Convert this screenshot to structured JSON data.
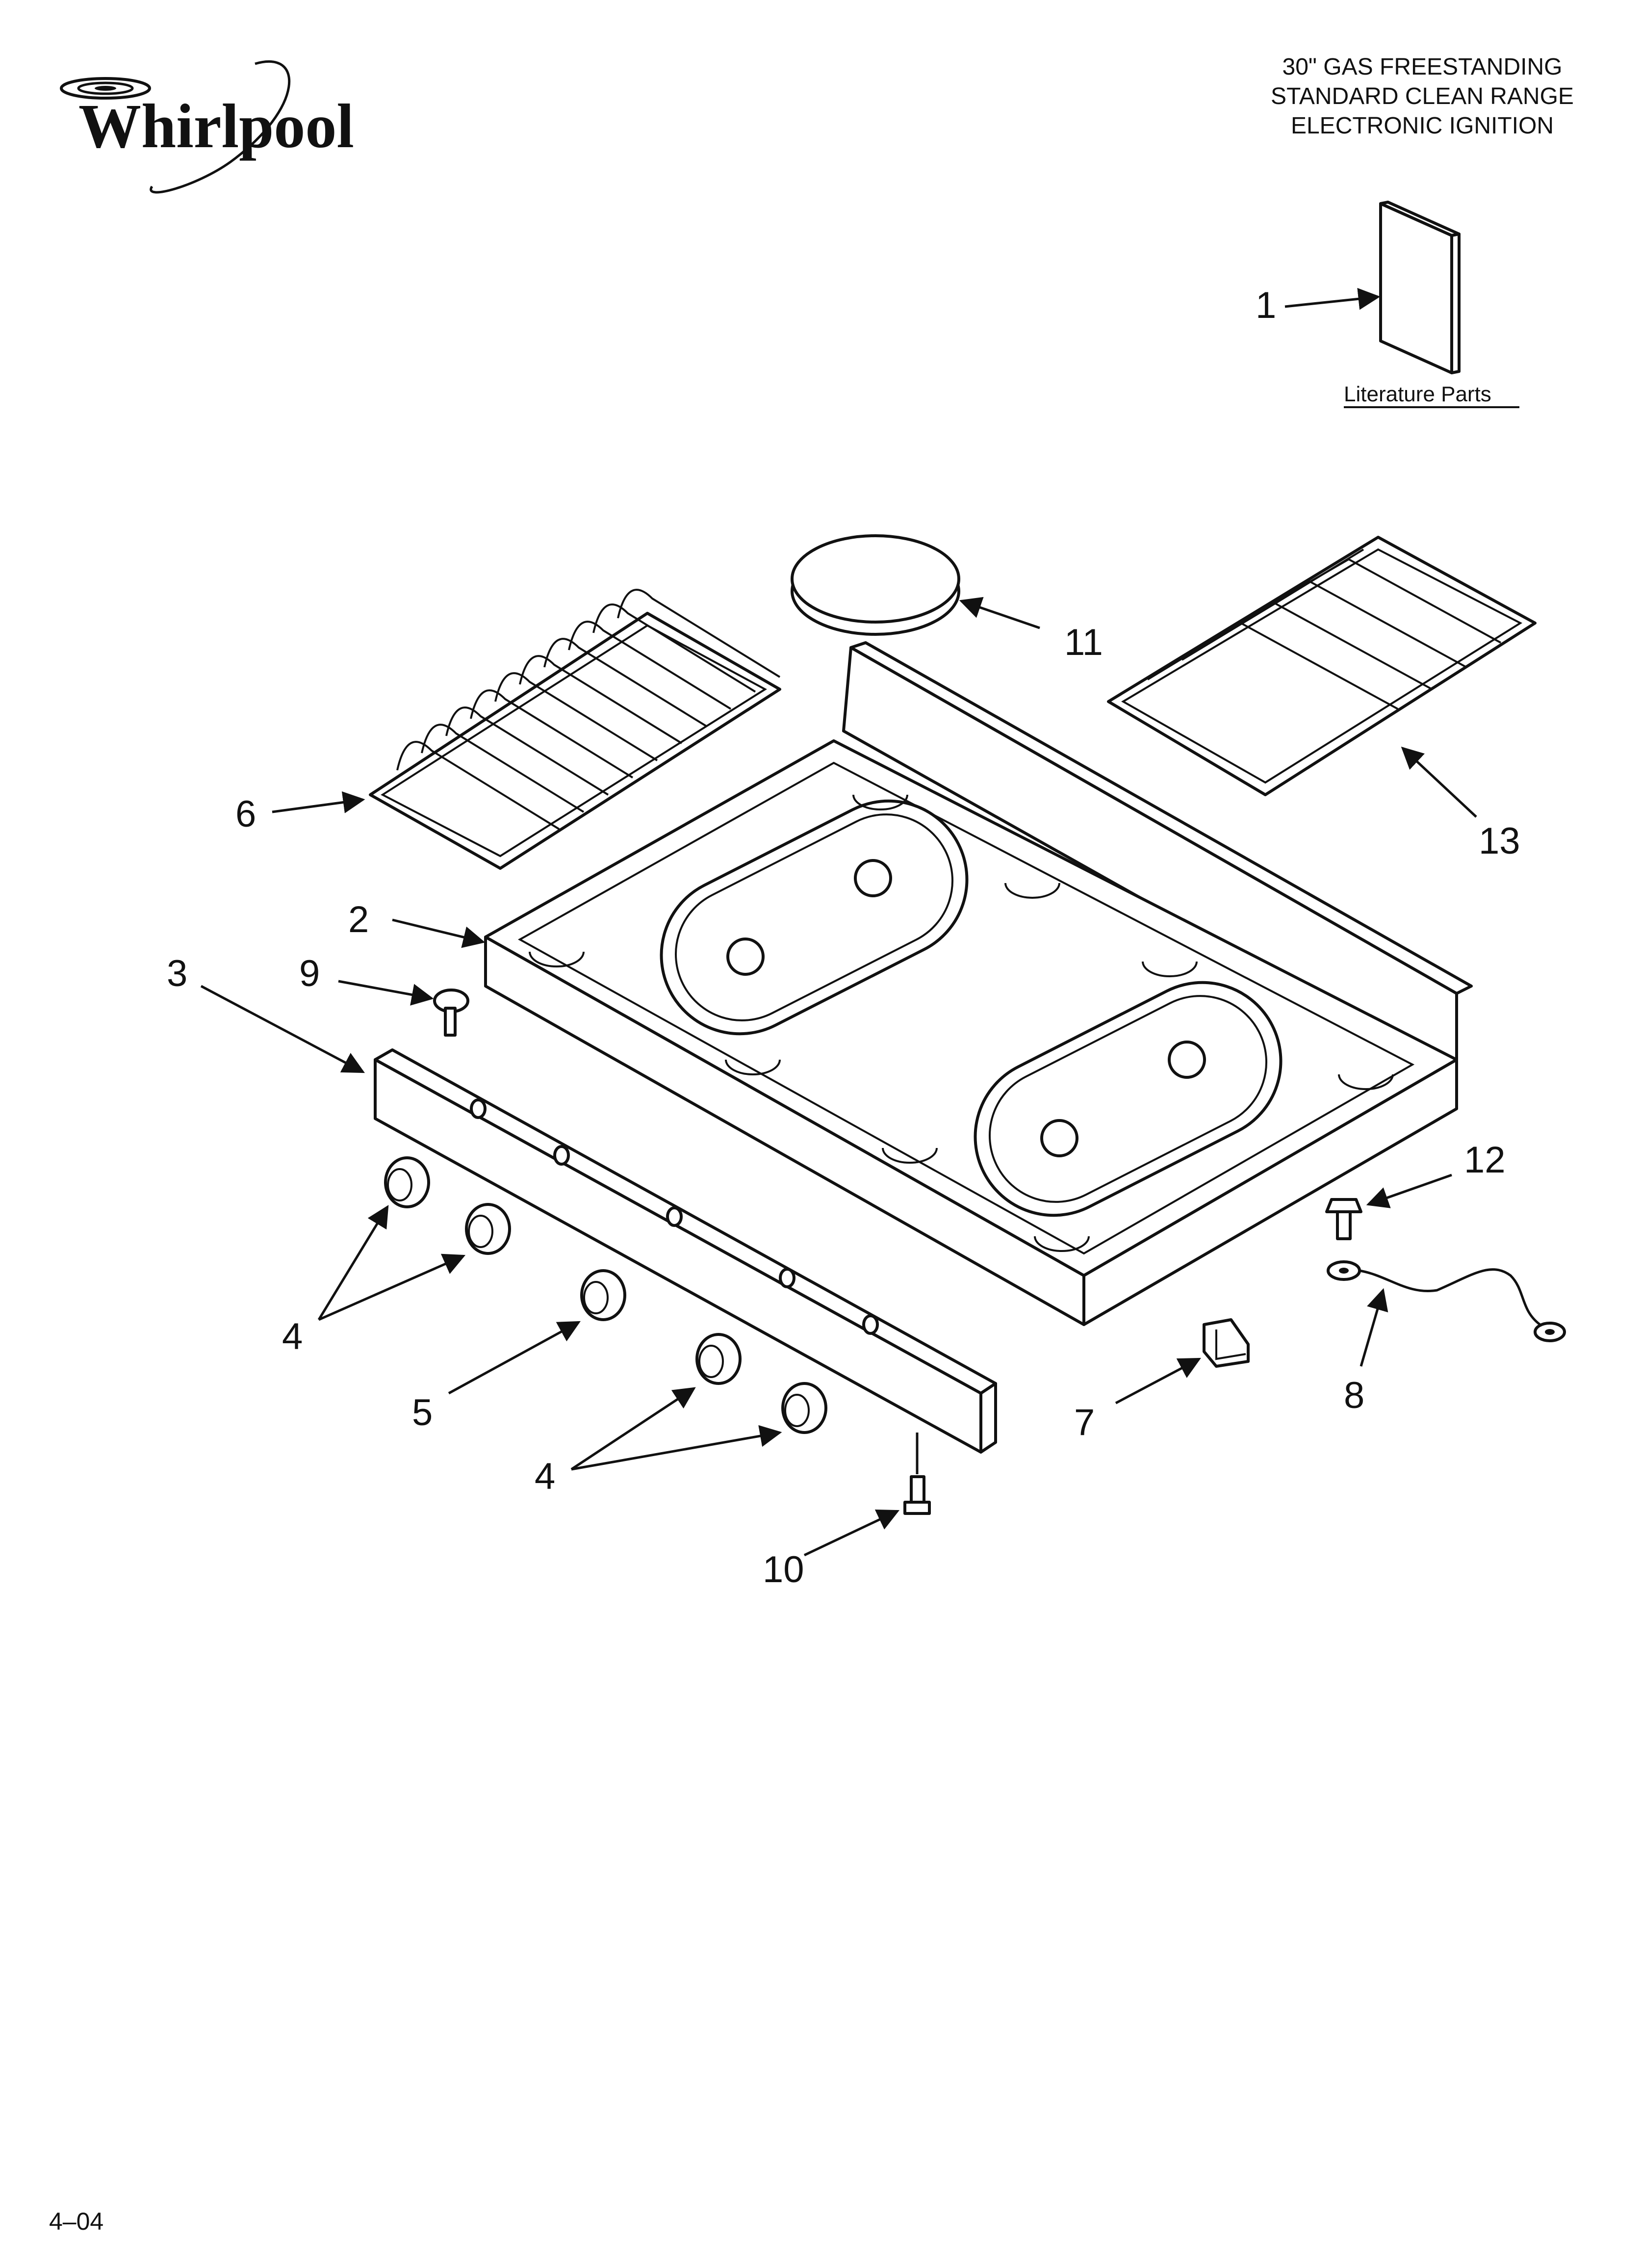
{
  "brand": {
    "name": "Whirlpool"
  },
  "header": {
    "title_lines": [
      "30\" GAS FREESTANDING",
      "STANDARD CLEAN RANGE",
      "ELECTRONIC IGNITION"
    ]
  },
  "literature": {
    "label": "Literature Parts",
    "callout": "1"
  },
  "callouts": {
    "main_top": "2",
    "control_panel": "3",
    "knob_upper": "4",
    "knob_center": "5",
    "knob_lower": "4",
    "left_grate": "6",
    "clip": "7",
    "ground_wire": "8",
    "panel_screw": "9",
    "bottom_screw": "10",
    "burner_cap": "11",
    "ground_screw": "12",
    "right_grate": "13"
  },
  "footer": {
    "code": "4–04"
  }
}
